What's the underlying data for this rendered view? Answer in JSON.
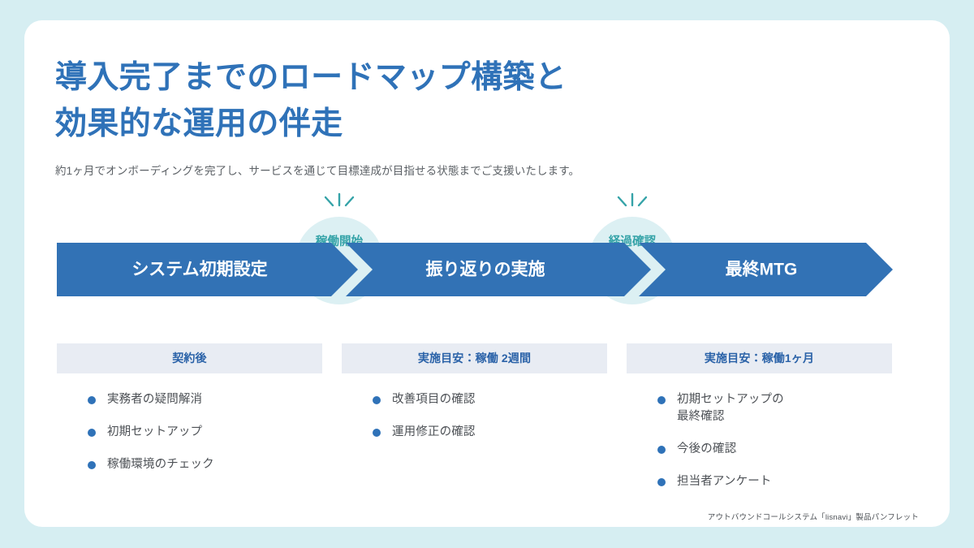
{
  "theme": {
    "page_bg": "#d6eef2",
    "card_bg": "#ffffff",
    "accent_blue": "#2f72b8",
    "bar_blue": "#3272b5",
    "bar_gap": "#cfe6ef",
    "badge_bg": "#dcf0f3",
    "badge_text": "#35a3a8",
    "col_head_bg": "#e8ecf3",
    "col_head_text": "#2a62a8",
    "body_text": "#4d5156"
  },
  "heading": {
    "line1": "導入完了までのロードマップ構築と",
    "line2": "効果的な運用の伴走",
    "subtitle": "約1ヶ月でオンボーディングを完了し、サービスを通じて目標達成が目指せる状態までご支援いたします。"
  },
  "process": {
    "steps": [
      {
        "label": "システム初期設定"
      },
      {
        "label": "振り返りの実施"
      },
      {
        "label": "最終MTG"
      }
    ],
    "badges": [
      {
        "label": "稼働開始"
      },
      {
        "label": "経過確認"
      }
    ]
  },
  "columns": [
    {
      "head": "契約後",
      "items": [
        {
          "line1": "実務者の疑問解消",
          "line2": ""
        },
        {
          "line1": "初期セットアップ",
          "line2": ""
        },
        {
          "line1": "稼働環境のチェック",
          "line2": ""
        }
      ]
    },
    {
      "head": "実施目安：稼働 2週間",
      "items": [
        {
          "line1": "改善項目の確認",
          "line2": ""
        },
        {
          "line1": "運用修正の確認",
          "line2": ""
        }
      ]
    },
    {
      "head": "実施目安：稼働1ヶ月",
      "items": [
        {
          "line1": "初期セットアップの",
          "line2": "最終確認"
        },
        {
          "line1": "今後の確認",
          "line2": ""
        },
        {
          "line1": "担当者アンケート",
          "line2": ""
        }
      ]
    }
  ],
  "footer": {
    "text": "アウトバウンドコールシステム「lisnavi」製品パンフレット"
  }
}
